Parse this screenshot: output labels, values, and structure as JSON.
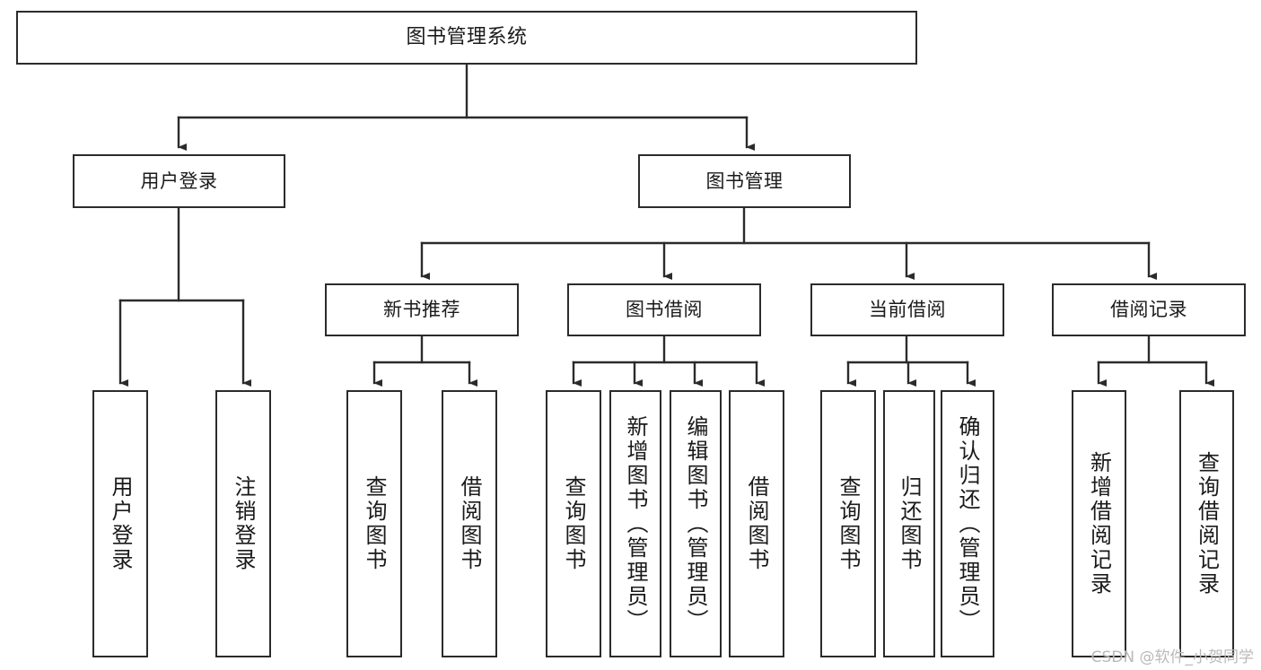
{
  "diagram": {
    "title": "图书管理系统",
    "type": "tree-structure-chart",
    "watermark": "CSDN @软件_小贺同学",
    "colors": {
      "background": "#ffffff",
      "stroke": "#2b2b2b",
      "text": "#1a1a1a",
      "watermark": "#b9b9b9"
    },
    "nodes": {
      "root": {
        "label": "图书管理系统"
      },
      "level1": [
        {
          "id": "user-login",
          "label": "用户登录"
        },
        {
          "id": "book-manage",
          "label": "图书管理"
        }
      ],
      "level2": [
        {
          "id": "new-book-recommend",
          "label": "新书推荐"
        },
        {
          "id": "book-borrow",
          "label": "图书借阅"
        },
        {
          "id": "current-borrow",
          "label": "当前借阅"
        },
        {
          "id": "borrow-record",
          "label": "借阅记录"
        }
      ],
      "leaves": {
        "user_login": [
          {
            "id": "leaf-user-login",
            "label": "用户登录"
          },
          {
            "id": "leaf-logout",
            "label": "注销登录"
          }
        ],
        "new_book_recommend": [
          {
            "id": "leaf-query-book-1",
            "label": "查询图书"
          },
          {
            "id": "leaf-borrow-book-1",
            "label": "借阅图书"
          }
        ],
        "book_borrow": [
          {
            "id": "leaf-query-book-2",
            "label": "查询图书"
          },
          {
            "id": "leaf-add-book",
            "label": "新增图书（管理员）"
          },
          {
            "id": "leaf-edit-book",
            "label": "编辑图书（管理员）"
          },
          {
            "id": "leaf-borrow-book-2",
            "label": "借阅图书"
          }
        ],
        "current_borrow": [
          {
            "id": "leaf-query-book-3",
            "label": "查询图书"
          },
          {
            "id": "leaf-return-book",
            "label": "归还图书"
          },
          {
            "id": "leaf-confirm-return",
            "label": "确认归还（管理员）"
          }
        ],
        "borrow_record": [
          {
            "id": "leaf-add-record",
            "label": "新增借阅记录"
          },
          {
            "id": "leaf-query-record",
            "label": "查询借阅记录"
          }
        ]
      }
    }
  }
}
